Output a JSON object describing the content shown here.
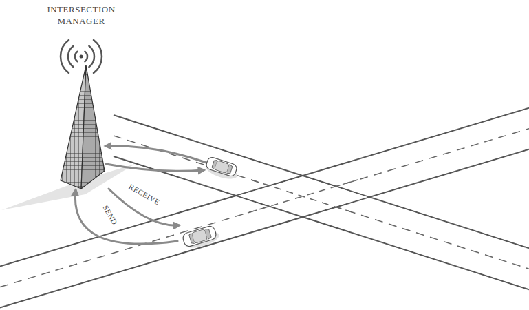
{
  "diagram": {
    "labels": [
      "INTERSECTION MANAGER",
      "RECEIVE",
      "SEND"
    ]
  }
}
